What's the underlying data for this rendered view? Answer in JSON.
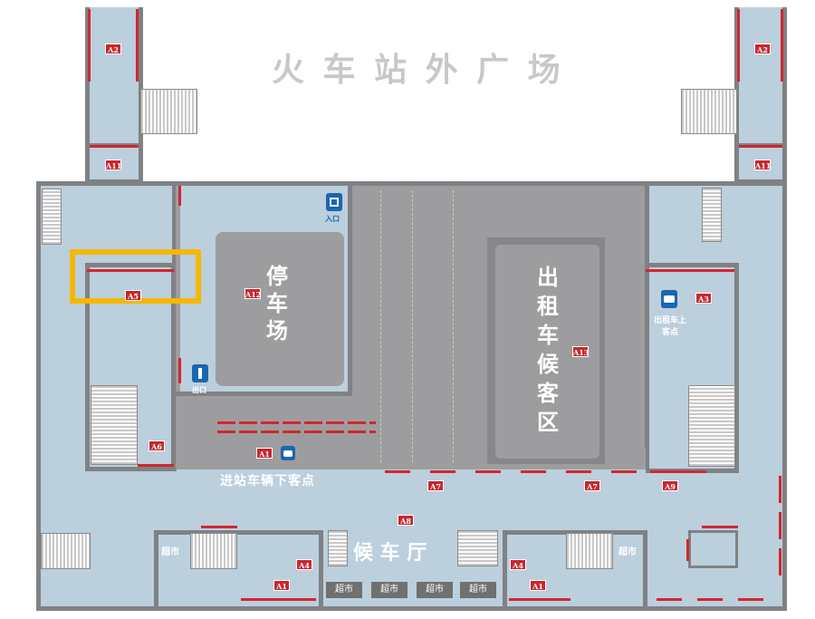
{
  "plaza_title": "火 车 站 外 广 场",
  "parking_lot": "停车场",
  "taxi_wait_area": "出租车候客区",
  "waiting_hall": "候 车 厅",
  "dropoff_label": "进站车辆下客点",
  "entrance_label": "入口",
  "exit_label": "出口",
  "taxi_pickup_label": "出租车上客点",
  "supermarket_label": "超市",
  "shops": [
    "超市",
    "超市",
    "超市",
    "超市"
  ],
  "gates": {
    "a2_left": "A2",
    "a11_left": "A11",
    "a2_right": "A2",
    "a11_right": "A11",
    "a12": "A12",
    "a13": "A13",
    "a3": "A3",
    "a5_highlight": "A5",
    "a6": "A6",
    "a1_dropoff": "A1",
    "a7_left": "A7",
    "a7_right": "A7",
    "a9": "A9",
    "a8": "A8",
    "a4_left": "A4",
    "a1_left": "A1",
    "a4_right": "A4",
    "a1_right": "A1"
  },
  "colors": {
    "floor": "#bccfdd",
    "wall": "#7f8184",
    "road": "#9d9d9f",
    "marker_red": "#d3262d",
    "highlight": "#f5b800",
    "icon_blue": "#1b66b0"
  }
}
